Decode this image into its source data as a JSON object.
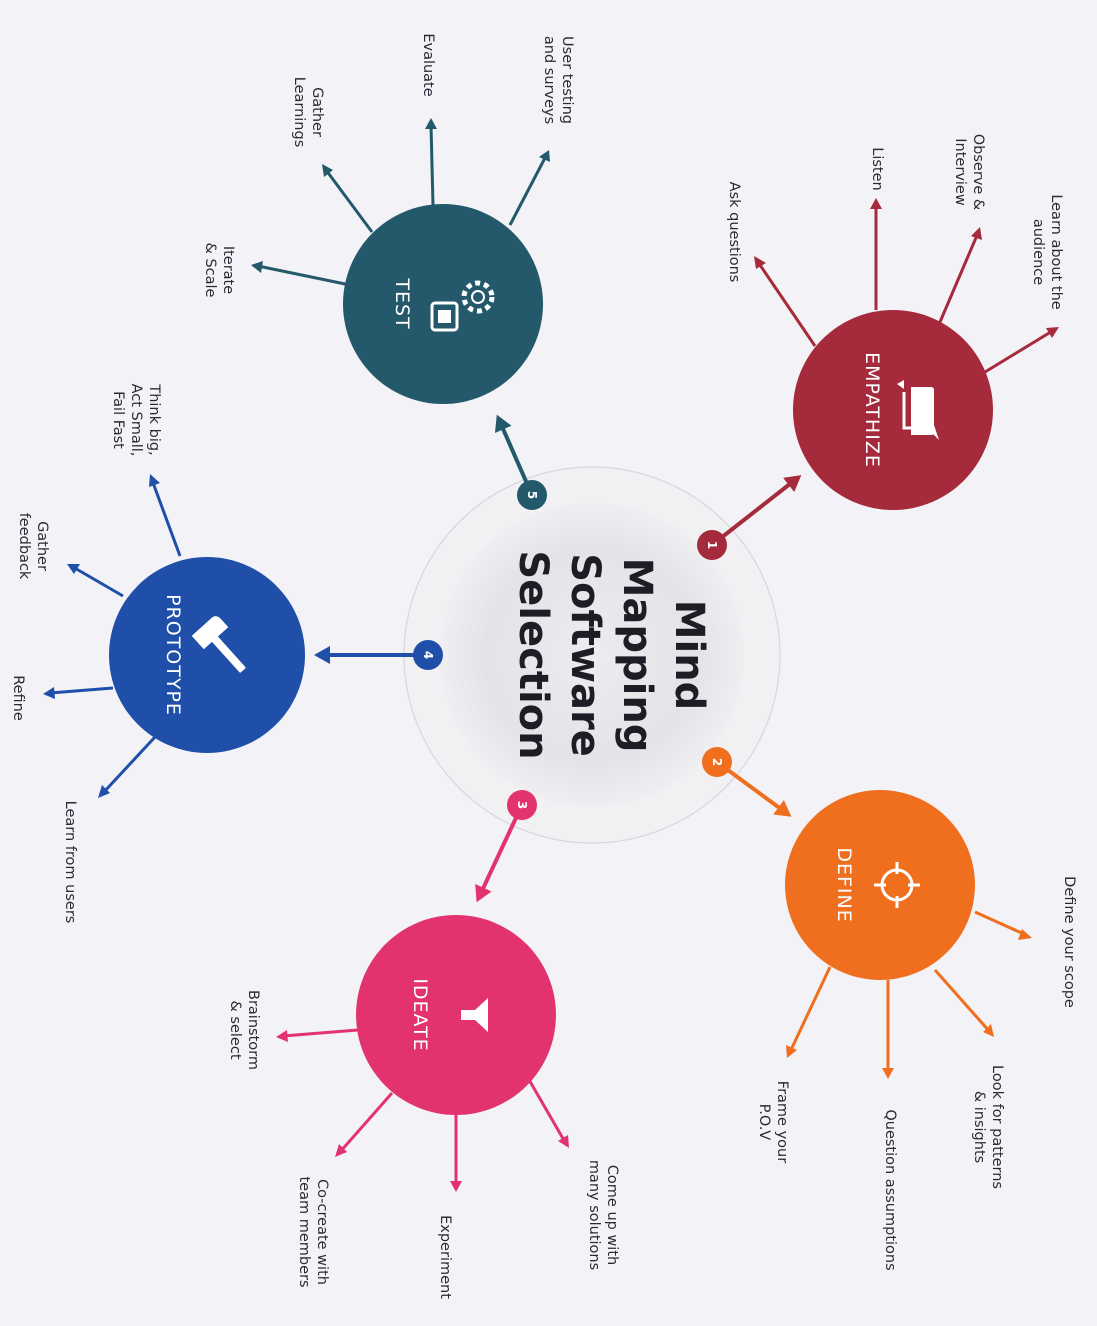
{
  "title": {
    "lines": [
      "Mind",
      "Mapping",
      "Software",
      "Selection"
    ]
  },
  "stages": [
    {
      "key": "empathize",
      "number": "1",
      "name": "EMPATHIZE",
      "icon": "chat-bubbles-icon",
      "color": "#a52a3c",
      "items": [
        [
          "Learn about the",
          "audience"
        ],
        [
          "Observe &",
          "Interview"
        ],
        [
          "Listen"
        ],
        [
          "Ask questions"
        ]
      ]
    },
    {
      "key": "define",
      "number": "2",
      "name": "DEFINE",
      "icon": "crosshair-target-icon",
      "color": "#ef6f1f",
      "items": [
        [
          "Define your scope"
        ],
        [
          "Look for patterns",
          "& insights"
        ],
        [
          "Question assumptions"
        ],
        [
          "Frame your",
          "P.O.V"
        ]
      ]
    },
    {
      "key": "ideate",
      "number": "3",
      "name": "IDEATE",
      "icon": "funnel-icon",
      "color": "#e2336f",
      "items": [
        [
          "Come up with",
          "many solutions"
        ],
        [
          "Experiment"
        ],
        [
          "Co-create with",
          "team members"
        ],
        [
          "Brainstorm",
          "& select"
        ]
      ]
    },
    {
      "key": "prototype",
      "number": "4",
      "name": "PROTOTYPE",
      "icon": "hammer-icon",
      "color": "#1f4fa8",
      "items": [
        [
          "Learn from users"
        ],
        [
          "Refine"
        ],
        [
          "Gather",
          "feedback"
        ],
        [
          "Think big,",
          "Act Small,",
          "Fail Fast"
        ]
      ]
    },
    {
      "key": "test",
      "number": "5",
      "name": "TEST",
      "icon": "gear-screen-icon",
      "color": "#23596a",
      "items": [
        [
          "Iterate",
          "& Scale"
        ],
        [
          "Gather",
          "Learnings"
        ],
        [
          "Evaluate"
        ],
        [
          "User testing",
          "and surveys"
        ]
      ]
    }
  ]
}
